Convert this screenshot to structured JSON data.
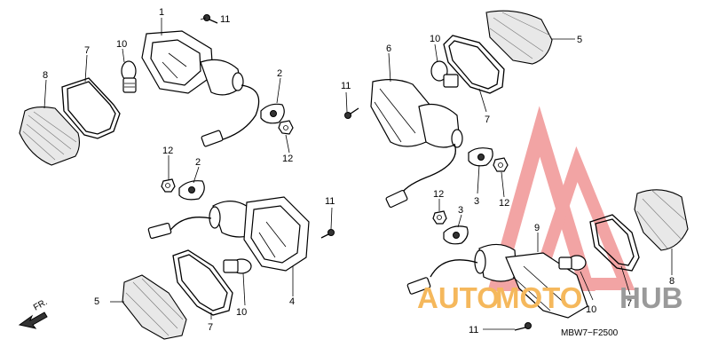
{
  "labels": {
    "p1": "1",
    "p2a": "2",
    "p2b": "2",
    "p3a": "3",
    "p3b": "3",
    "p4": "4",
    "p5a": "5",
    "p5b": "5",
    "p6": "6",
    "p7a": "7",
    "p7b": "7",
    "p7c": "7",
    "p7d": "7",
    "p8a": "8",
    "p8b": "8",
    "p9": "9",
    "p10a": "10",
    "p10b": "10",
    "p10c": "10",
    "p10d": "10",
    "p11a": "11",
    "p11b": "11",
    "p11c": "11",
    "p11d": "11",
    "p12a": "12",
    "p12b": "12",
    "p12c": "12",
    "p12d": "12"
  },
  "direction_label": "FR.",
  "diagram_code": "MBW7−F2500",
  "watermark": {
    "part1": "AUTO",
    "part2": "MOTO",
    "part3": "HUB"
  },
  "colors": {
    "watermark_orange": "#f5b85c",
    "watermark_gray": "#9a9a9a",
    "watermark_triangle": "#e85a5a"
  },
  "icons": [
    "turn-signal-assembly",
    "bulb",
    "lens-gasket",
    "lens",
    "screw",
    "grommet",
    "nut",
    "connector",
    "front-arrow"
  ]
}
